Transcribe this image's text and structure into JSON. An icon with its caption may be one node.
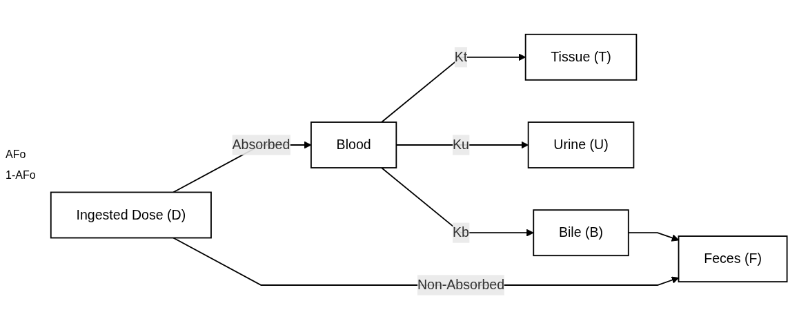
{
  "diagram": {
    "nodes": [
      {
        "text": [
          "Ingested Dose (D)"
        ]
      },
      {
        "text": [
          "Blood"
        ]
      },
      {
        "text": [
          "Tissue (T)"
        ]
      },
      {
        "text": [
          "Urine (U)"
        ]
      },
      {
        "text": [
          "Bile (B)"
        ]
      },
      {
        "text": [
          "Feces (F)"
        ]
      }
    ],
    "edges": [
      {
        "from": 0,
        "to": 1,
        "arrow": "to",
        "label": "Absorbed"
      },
      {
        "from": 0,
        "to": 5,
        "arrow": "to",
        "label": "Non-Absorbed"
      },
      {
        "from": 1,
        "to": 2,
        "arrow": "to",
        "label": "Kt"
      },
      {
        "from": 1,
        "to": 3,
        "arrow": "to",
        "label": "Ku"
      },
      {
        "from": 1,
        "to": 4,
        "arrow": "to",
        "label": "Kb"
      },
      {
        "from": 4,
        "to": 5,
        "arrow": "to"
      }
    ],
    "labels": [
      "AFo",
      "1-AFo"
    ]
  }
}
